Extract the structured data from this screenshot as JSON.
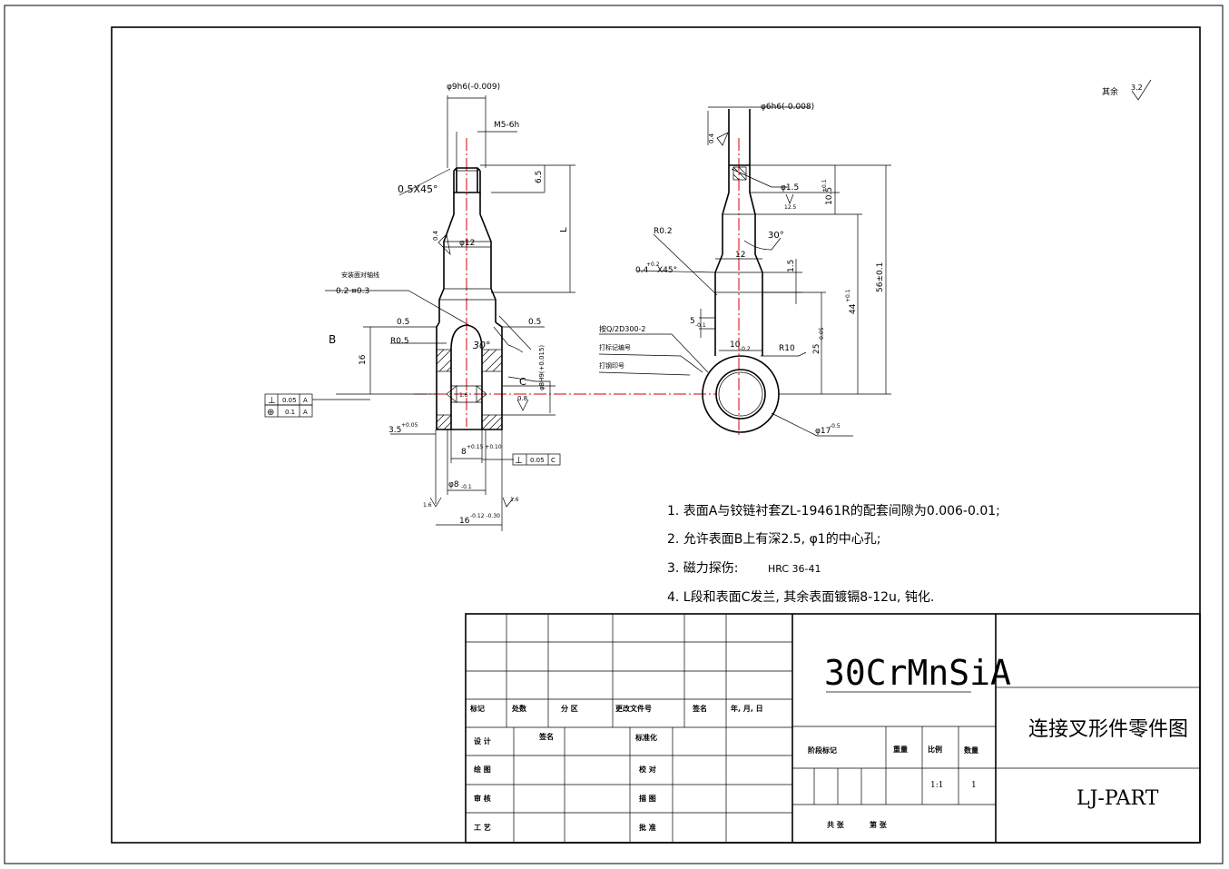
{
  "drawing": {
    "left_view": {
      "phi_top": "φ9h6(-0.009)",
      "thread": "M5-6h",
      "chamfer": "0.5X45°",
      "dim_6_5": "6.5",
      "dim_L": "L",
      "phi12": "φ12",
      "rough_top": "0.4",
      "note_small": "安装面对轴线",
      "note_02": "0.2  ¤0.3",
      "dim_05_left": "0.5",
      "dim_05_right": "0.5",
      "label_B": "B",
      "r05": "R0.5",
      "angle30": "30°",
      "dim16": "16",
      "label_C": "C",
      "phi_bore": "φ8H9(+0.015)",
      "rough_08": "0.8",
      "tol_perp_sym": "⊥",
      "tol_perp_val": "0.05",
      "tol_perp_ref": "A",
      "tol_pos_sym": "⊕",
      "tol_pos_val": "0.1",
      "tol_pos_ref": "A",
      "dim35": "3.5",
      "dim35_tol": "+0.05",
      "dim8": "8",
      "dim8_tol": "+0.15 +0.10",
      "tol_c_sym": "⊥",
      "tol_c_val": "0.05",
      "tol_c_ref": "C",
      "dim_phi8": "φ8",
      "dim_phi8_tol": "-0.1",
      "rough_16_left": "1.6",
      "rough_16_right": "1.6",
      "dim_16b": "16",
      "dim_16b_tol": "-0.12 -0.30",
      "center_mark": "1.6"
    },
    "right_view": {
      "phi_top": "φ6h6(-0.008)",
      "rough_top": "0.4",
      "phi15": "φ1.5",
      "rough_125": "12.5",
      "dim105": "10.5",
      "dim105_tol": "+0.1",
      "angle30": "30°",
      "r02": "R0.2",
      "dim12": "12",
      "chamfer": "0.4",
      "chamfer_tol": "+0.2",
      "chamfer_suffix": "X45°",
      "dim15": "1.5",
      "dim5": "5",
      "dim5_tol": "-0.1",
      "dim10": "10",
      "dim10_tol": "-0.2",
      "r10": "R10",
      "dim25": "25",
      "dim25_tol": "-0.05",
      "dim44": "44",
      "dim44_tol": "+0.1",
      "dim56": "56±0.1",
      "phi17": "φ17",
      "phi17_tol": "-0.5",
      "leader1": "按Q/2D300-2",
      "leader2": "打标记编号",
      "leader3": "打钢印号"
    },
    "roughness_rest": {
      "label": "其余",
      "value": "3.2"
    }
  },
  "notes": [
    "1. 表面A与铰链衬套ZL-19461R的配套间隙为0.006-0.01;",
    "2. 允许表面B上有深2.5, φ1的中心孔;",
    "3. 磁力探伤:",
    "4. L段和表面C发兰, 其余表面镀镉8-12u, 钝化."
  ],
  "note3_value": "HRC 36-41",
  "title_block": {
    "hdr": [
      "标记",
      "处数",
      "分 区",
      "更改文件号",
      "签名",
      "年, 月, 日"
    ],
    "design": "设 计",
    "sign_name": "签名",
    "standardize": "标准化",
    "draw": "绘 图",
    "proof": "校 对",
    "review": "审 核",
    "check": "描 图",
    "craft": "工 艺",
    "approve": "批 准",
    "material": "30CrMnSiA",
    "stage_mark": "阶段标记",
    "weight": "重量",
    "scale_label": "比例",
    "qty_label": "数量",
    "scale": "1:1",
    "qty": "1",
    "sheets_total": "共    张",
    "sheets_no": "第    张",
    "part_name": "连接叉形件零件图",
    "part_code": "LJ-PART"
  }
}
